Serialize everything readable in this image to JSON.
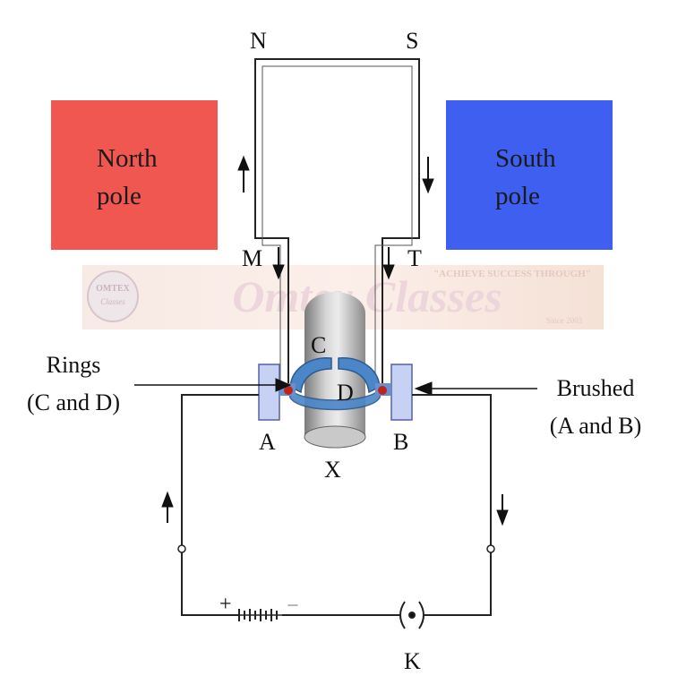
{
  "labels": {
    "n": "N",
    "s": "S",
    "m": "M",
    "t": "T",
    "c": "C",
    "d": "D",
    "a": "A",
    "b": "B",
    "x": "X",
    "k": "K",
    "rings_line1": "Rings",
    "rings_line2": "(C and D)",
    "brushes_line1": "Brushed",
    "brushes_line2": "(A and B)",
    "plus": "+",
    "minus": "−"
  },
  "poles": {
    "north_line1": "North",
    "north_line2": "pole",
    "south_line1": "South",
    "south_line2": "pole",
    "north_color": "#ef5750",
    "south_color": "#3f5ff0"
  },
  "watermark": {
    "logo_top": "OMTEX",
    "logo_bottom": "Classes",
    "brand": "Omtex Classes",
    "tagline": "\"ACHIEVE SUCCESS THROUGH\"",
    "since": "Since 2003"
  },
  "colors": {
    "wire": "#222222",
    "ring": "#4a86c8",
    "brush": "#c7d1f3",
    "contact": "#c0231d"
  }
}
